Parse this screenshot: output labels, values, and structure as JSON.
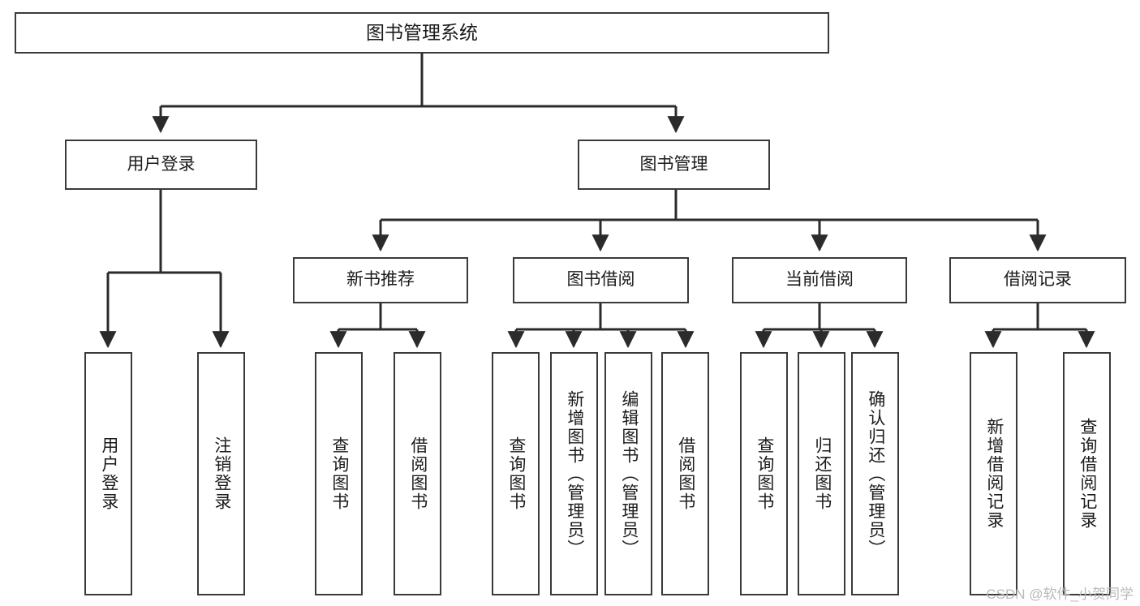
{
  "diagram": {
    "title": "图书管理系统",
    "type": "tree-hierarchy-chart",
    "watermark": "CSDN @软件_小贺同学"
  },
  "nodes": {
    "root": {
      "label": "图书管理系统"
    },
    "level1": [
      {
        "id": "user-login",
        "label": "用户登录"
      },
      {
        "id": "book-manage",
        "label": "图书管理"
      }
    ],
    "level2": [
      {
        "id": "new-book-recommend",
        "label": "新书推荐"
      },
      {
        "id": "book-borrow",
        "label": "图书借阅"
      },
      {
        "id": "current-borrow",
        "label": "当前借阅"
      },
      {
        "id": "borrow-record",
        "label": "借阅记录"
      }
    ],
    "leaves": {
      "user_login": [
        {
          "id": "leaf-user-login",
          "label": "用户登录"
        },
        {
          "id": "leaf-logout-login",
          "label": "注销登录"
        }
      ],
      "new_book_recommend": [
        {
          "id": "leaf-query-book-1",
          "label": "查询图书"
        },
        {
          "id": "leaf-borrow-book-1",
          "label": "借阅图书"
        }
      ],
      "book_borrow": [
        {
          "id": "leaf-query-book-2",
          "label": "查询图书"
        },
        {
          "id": "leaf-add-book",
          "label": "新增图书（管理员）"
        },
        {
          "id": "leaf-edit-book",
          "label": "编辑图书（管理员）"
        },
        {
          "id": "leaf-borrow-book-2",
          "label": "借阅图书"
        }
      ],
      "current_borrow": [
        {
          "id": "leaf-query-book-3",
          "label": "查询图书"
        },
        {
          "id": "leaf-return-book",
          "label": "归还图书"
        },
        {
          "id": "leaf-confirm-return",
          "label": "确认归还（管理员）"
        }
      ],
      "borrow_record": [
        {
          "id": "leaf-add-record",
          "label": "新增借阅记录"
        },
        {
          "id": "leaf-query-record",
          "label": "查询借阅记录"
        }
      ]
    }
  },
  "chart_data": {
    "type": "tree",
    "title": "图书管理系统",
    "root": "图书管理系统",
    "edges": [
      [
        "图书管理系统",
        "用户登录"
      ],
      [
        "图书管理系统",
        "图书管理"
      ],
      [
        "用户登录",
        "用户登录"
      ],
      [
        "用户登录",
        "注销登录"
      ],
      [
        "图书管理",
        "新书推荐"
      ],
      [
        "图书管理",
        "图书借阅"
      ],
      [
        "图书管理",
        "当前借阅"
      ],
      [
        "图书管理",
        "借阅记录"
      ],
      [
        "新书推荐",
        "查询图书"
      ],
      [
        "新书推荐",
        "借阅图书"
      ],
      [
        "图书借阅",
        "查询图书"
      ],
      [
        "图书借阅",
        "新增图书（管理员）"
      ],
      [
        "图书借阅",
        "编辑图书（管理员）"
      ],
      [
        "图书借阅",
        "借阅图书"
      ],
      [
        "当前借阅",
        "查询图书"
      ],
      [
        "当前借阅",
        "归还图书"
      ],
      [
        "当前借阅",
        "确认归还（管理员）"
      ],
      [
        "借阅记录",
        "新增借阅记录"
      ],
      [
        "借阅记录",
        "查询借阅记录"
      ]
    ],
    "colors": {
      "box_border": "#3a3a3a",
      "box_fill": "#ffffff",
      "connector": "#2b2b2b",
      "text": "#1b1b1b"
    }
  }
}
